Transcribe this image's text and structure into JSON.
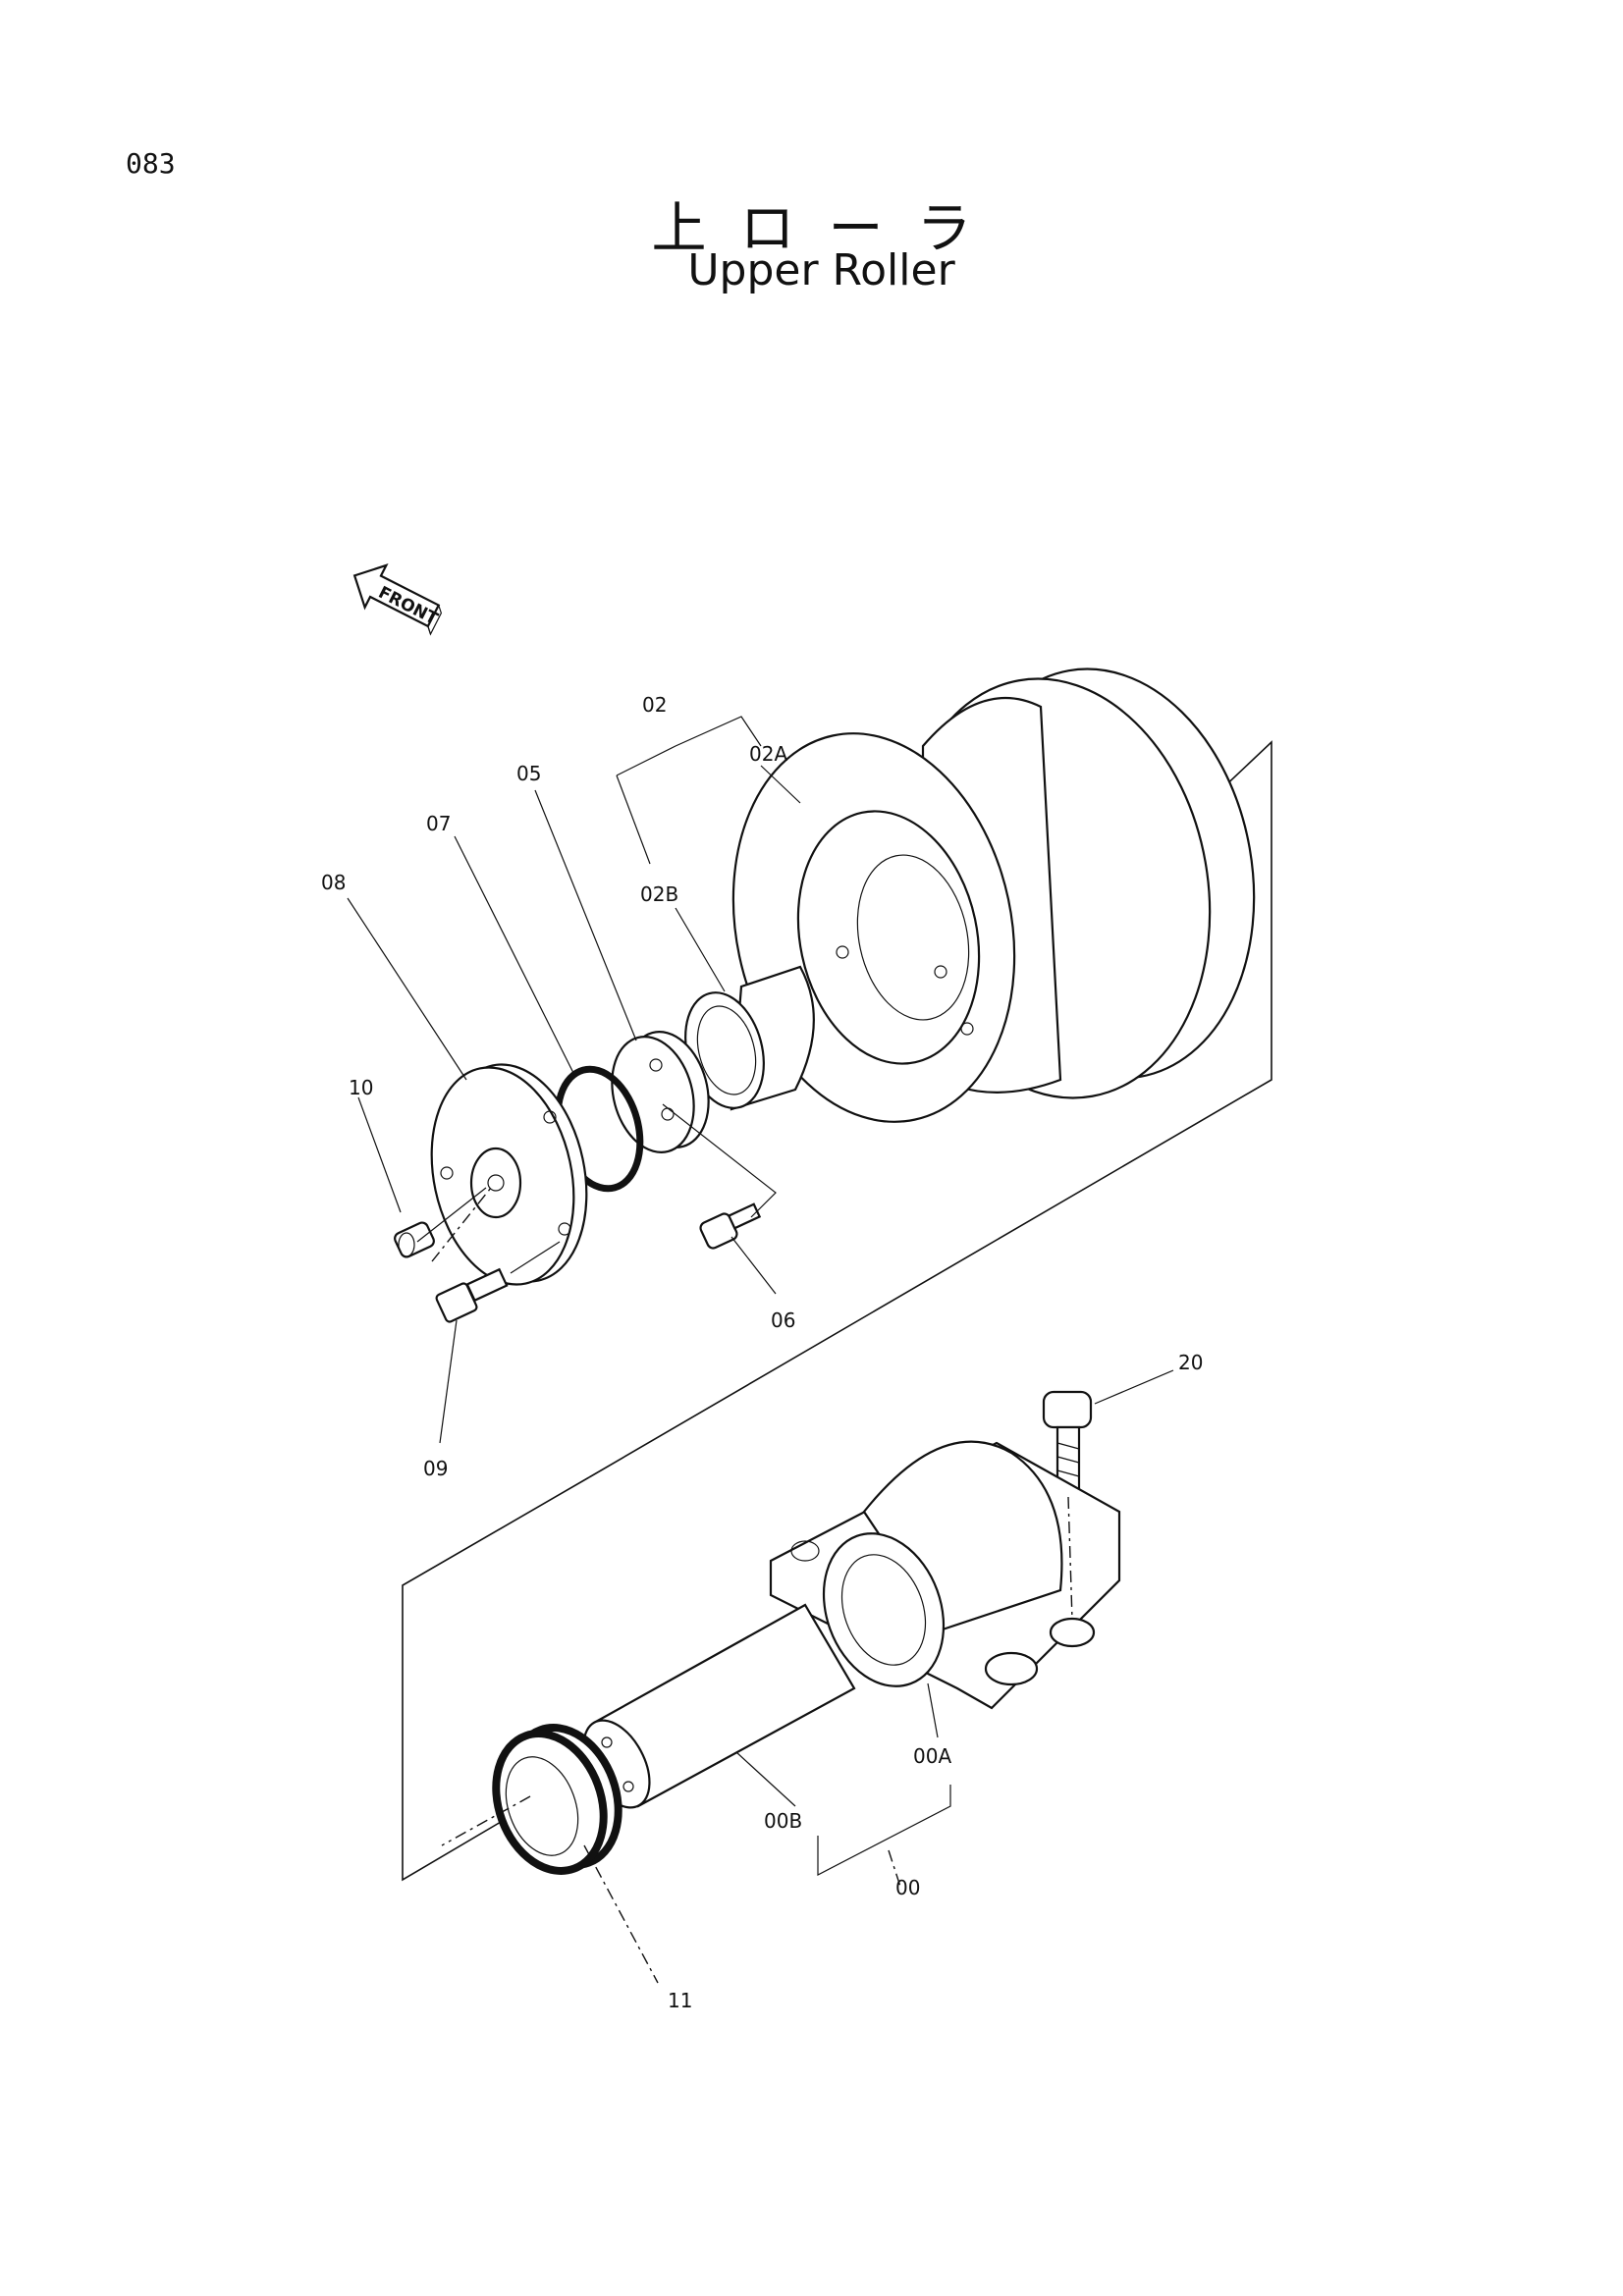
{
  "page": {
    "number": "083",
    "title_jp": "上ローラ",
    "title_en": "Upper Roller"
  },
  "front_marker": "FRONT",
  "callouts": {
    "c02": "02",
    "c02A": "02A",
    "c02B": "02B",
    "c05": "05",
    "c07": "07",
    "c08": "08",
    "c10": "10",
    "c06": "06",
    "c09": "09",
    "c20": "20",
    "c00A": "00A",
    "c00B": "00B",
    "c00": "00",
    "c11": "11"
  }
}
